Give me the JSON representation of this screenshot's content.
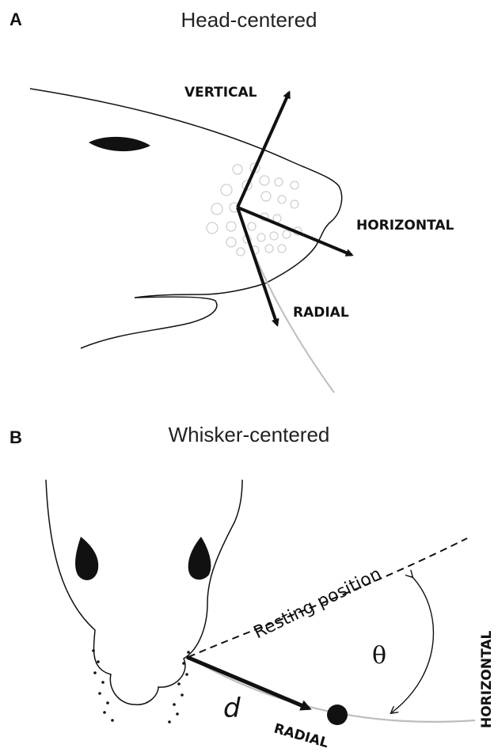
{
  "panel_a": {
    "letter": "A",
    "title": "Head-centered",
    "labels": {
      "vertical": "VERTICAL",
      "horizontal": "HORIZONTAL",
      "radial": "RADIAL"
    }
  },
  "panel_b": {
    "letter": "B",
    "title": "Whisker-centered",
    "labels": {
      "resting_position": "Resting position",
      "theta": "θ",
      "d": "d",
      "radial": "RADIAL",
      "horizontal": "HORIZONTAL"
    }
  },
  "colors": {
    "ink": "#111111",
    "whisker": "#bdbdbd",
    "follicle": "#cfcfcf"
  }
}
